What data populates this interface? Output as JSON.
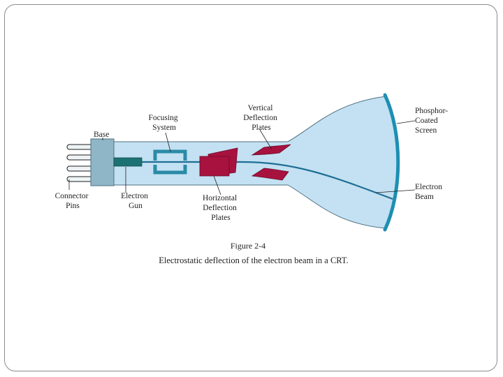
{
  "labels": {
    "base": "Base",
    "focusing": [
      "Focusing",
      "System"
    ],
    "vertical": [
      "Vertical",
      "Deflection",
      "Plates"
    ],
    "phosphor": [
      "Phosphor-",
      "Coated",
      "Screen"
    ],
    "connector": [
      "Connector",
      "Pins"
    ],
    "gun": [
      "Electron",
      "Gun"
    ],
    "horizontal": [
      "Horizontal",
      "Deflection",
      "Plates"
    ],
    "beam": [
      "Electron",
      "Beam"
    ]
  },
  "caption": {
    "number": "Figure 2-4",
    "text": "Electrostatic deflection of the electron beam in a CRT."
  },
  "colors": {
    "tube": "#c3e1f2",
    "outline": "#4f6f80",
    "beam": "#1f6e95",
    "screen": "#1d8fb2",
    "base": "#8fb6c7",
    "gun": "#1c7173",
    "plates": "#a8123f",
    "focus": "#2a8aa6"
  }
}
